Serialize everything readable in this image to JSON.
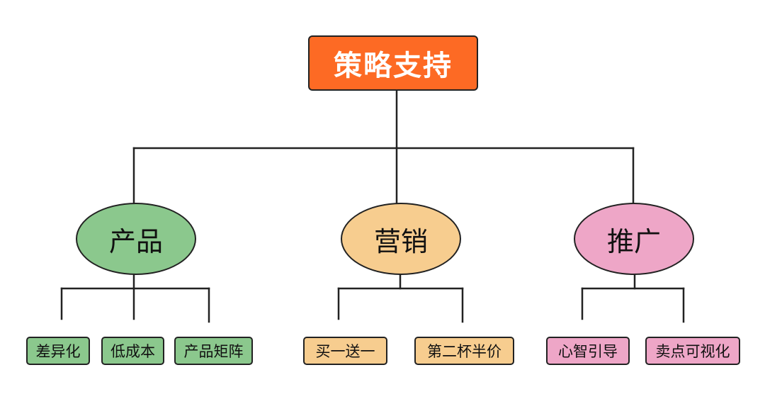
{
  "colors": {
    "root_fill": "#fd6a24",
    "product_fill": "#8bc88d",
    "marketing_fill": "#f7cd8f",
    "promotion_fill": "#eea6c7"
  },
  "root": {
    "label": "策略支持"
  },
  "branches": [
    {
      "label": "产品",
      "children": [
        "差异化",
        "低成本",
        "产品矩阵"
      ]
    },
    {
      "label": "营销",
      "children": [
        "买一送一",
        "第二杯半价"
      ]
    },
    {
      "label": "推广",
      "children": [
        "心智引导",
        "卖点可视化"
      ]
    }
  ]
}
